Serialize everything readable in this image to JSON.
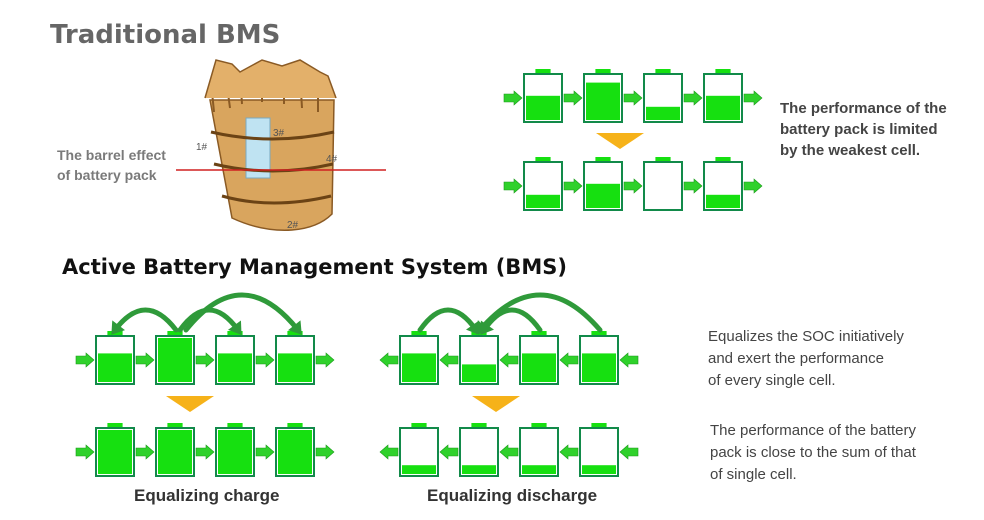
{
  "headings": {
    "traditional": "Traditional BMS",
    "active": "Active Battery Management System (BMS)"
  },
  "barrel": {
    "label_line1": "The barrel effect",
    "label_line2": "of battery pack",
    "stave_labels": [
      "1#",
      "2#",
      "3#",
      "4#"
    ]
  },
  "traditional_text": {
    "line1": "The performance of the",
    "line2": "battery pack is limited",
    "line3": "by the weakest cell."
  },
  "active_text": {
    "block1_line1": "Equalizes the SOC initiatively",
    "block1_line2": "and exert the performance",
    "block1_line3": "of every single cell.",
    "block2_line1": "The performance of the battery",
    "block2_line2": "pack is close to the sum of that",
    "block2_line3": "of single cell."
  },
  "captions": {
    "charge": "Equalizing charge",
    "discharge": "Equalizing discharge"
  },
  "battery_levels": {
    "traditional_before": [
      0.55,
      0.85,
      0.3,
      0.55
    ],
    "traditional_after": [
      0.3,
      0.55,
      0.0,
      0.3
    ],
    "charge_before": [
      0.65,
      1.0,
      0.65,
      0.65
    ],
    "charge_after": [
      1.0,
      1.0,
      1.0,
      1.0
    ],
    "discharge_before": [
      0.65,
      0.4,
      0.65,
      0.65
    ],
    "discharge_after": [
      0.2,
      0.2,
      0.2,
      0.2
    ]
  },
  "colors": {
    "battery_fill": "#16e010",
    "battery_border": "#128a4a",
    "arrow_green": "#2fd12b",
    "arrow_orange": "#f6b219",
    "curve_green": "#2f9a3a",
    "red_line": "#d02020"
  }
}
